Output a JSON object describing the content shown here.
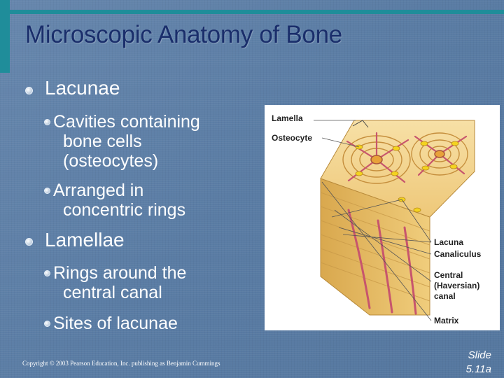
{
  "slide": {
    "title": "Microscopic Anatomy of Bone",
    "bullets": [
      {
        "label": "Lacunae",
        "sub": [
          {
            "line1": "Cavities containing",
            "line2": "bone cells",
            "line3": "(osteocytes)"
          },
          {
            "line1": "Arranged in",
            "line2": "concentric rings"
          }
        ]
      },
      {
        "label": "Lamellae",
        "sub": [
          {
            "line1": "Rings around the",
            "line2": "central canal"
          },
          {
            "line1": "Sites of lacunae"
          }
        ]
      }
    ],
    "figure": {
      "labels": {
        "lamella": "Lamella",
        "osteocyte": "Osteocyte",
        "lacuna": "Lacuna",
        "canaliculus": "Canaliculus",
        "central_line1": "Central",
        "central_line2": "(Haversian)",
        "central_line3": "canal",
        "matrix": "Matrix"
      }
    },
    "footer": {
      "copyright": "Copyright © 2003 Pearson Education, Inc. publishing as Benjamin Cummings",
      "slide_line1": "Slide",
      "slide_line2": "5.11a"
    }
  },
  "colors": {
    "background": "#5b7ea6",
    "accent_bar": "#1f8d9a",
    "title": "#1a2e6b",
    "text": "#ffffff"
  }
}
